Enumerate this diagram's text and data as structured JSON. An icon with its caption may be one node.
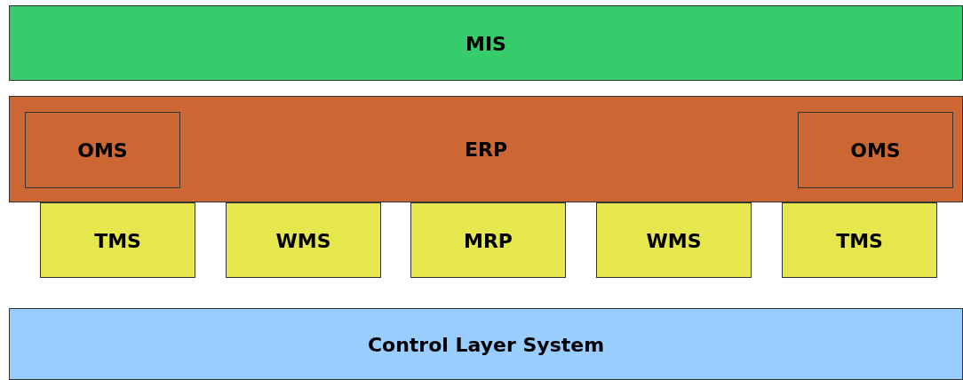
{
  "diagram": {
    "nodes": [
      {
        "text": [
          "MIS"
        ]
      },
      {
        "text": [
          "ERP"
        ]
      },
      {
        "text": [
          "OMS"
        ],
        "in": 1
      },
      {
        "text": [
          "OMS"
        ],
        "in": 1
      },
      {
        "text": [
          "TMS"
        ]
      },
      {
        "text": [
          "WMS"
        ]
      },
      {
        "text": [
          "MRP"
        ]
      },
      {
        "text": [
          "WMS"
        ]
      },
      {
        "text": [
          "TMS"
        ]
      },
      {
        "text": [
          "Control Layer System"
        ]
      }
    ]
  }
}
